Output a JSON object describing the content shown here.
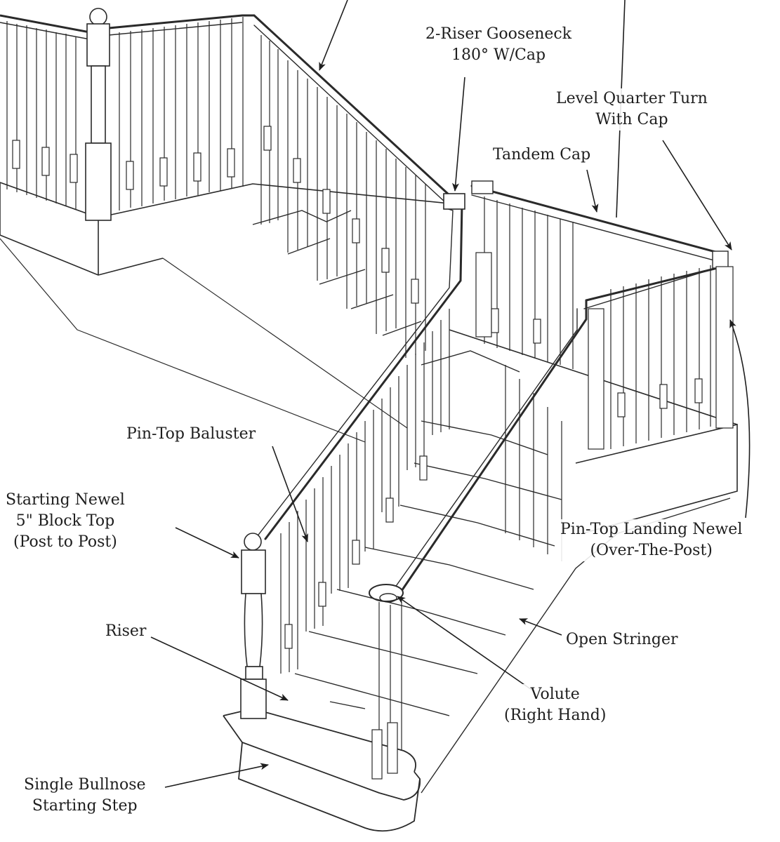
{
  "diagram": {
    "labels": {
      "gooseneck": [
        "2-Riser Gooseneck",
        "180° W/Cap"
      ],
      "quarter_turn": [
        "Level Quarter Turn",
        "With Cap"
      ],
      "tandem_cap": "Tandem Cap",
      "pin_top_baluster": "Pin-Top Baluster",
      "starting_newel": [
        "Starting Newel",
        "5\" Block Top",
        "(Post to Post)"
      ],
      "landing_newel": [
        "Pin-Top Landing Newel",
        "(Over-The-Post)"
      ],
      "open_stringer": "Open Stringer",
      "riser": "Riser",
      "volute": [
        "Volute",
        "(Right Hand)"
      ],
      "bullnose_step": [
        "Single Bullnose",
        "Starting Step"
      ]
    },
    "colors": {
      "line": "#2a2a2a",
      "text": "#1e1e1e",
      "background": "#ffffff"
    }
  }
}
